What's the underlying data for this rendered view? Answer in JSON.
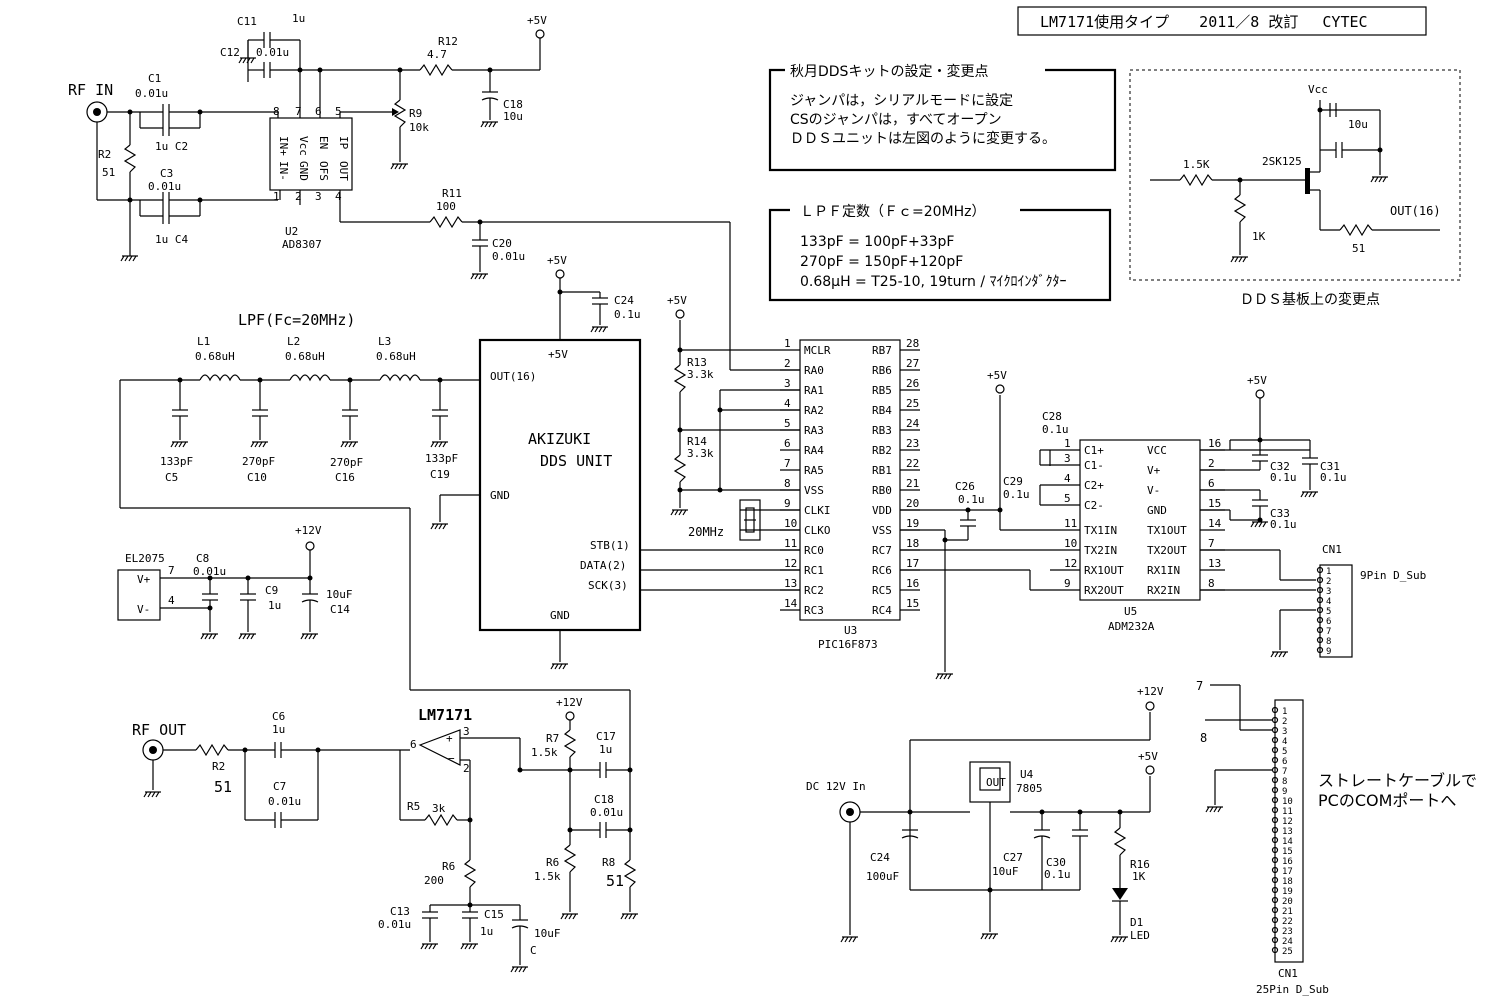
{
  "title": "LM7171使用タイプ　　2011／8 改訂　 CYTEC",
  "notes": {
    "akizuki_heading": "秋月DDSキットの設定・変更点",
    "akizuki_lines": [
      "ジャンパは，シリアルモードに設定",
      "CSのジャンパは，すべてオープン",
      "ＤＤＳユニットは左図のように変更する。"
    ],
    "lpf_heading": "ＬＰＦ定数（Ｆｃ=20MHz）",
    "lpf_lines": [
      "133pF = 100pF+33pF",
      "270pF = 150pF+120pF",
      "0.68μH = T25-10, 19turn /  ﾏｲｸﾛｲﾝﾀﾞｸﾀｰ"
    ],
    "dds_board_caption": "ＤＤＳ基板上の変更点",
    "straight_cable": [
      "ストレートケーブルで",
      "PCのCOMポートへ"
    ]
  },
  "labels": {
    "rf_in": "RF IN",
    "rf_out": "RF OUT",
    "dc_in": "DC 12V In",
    "lpf_title": "LPF(Fc=20MHz)",
    "lm7171": "LM7171",
    "el2075": "EL2075",
    "dds_unit_1": "AKIZUKI",
    "dds_unit_2": "DDS UNIT",
    "p5v": "+5V",
    "p12v": "+12V",
    "vcc": "Vcc",
    "xtal": "20MHz",
    "cn1_9": "9Pin D_Sub",
    "cn1_25": "25Pin D_Sub",
    "cn1": "CN1",
    "out16": "OUT(16)",
    "jfet": "2SK125"
  },
  "components": {
    "C1": "C1",
    "C1v": "0.01u",
    "C2": "1u C2",
    "C3": "C3",
    "C3v": "0.01u",
    "C4": "1u  C4",
    "C11": "C11",
    "C11v": "1u",
    "C12": "C12",
    "C12v": "0.01u",
    "R2a": "R2",
    "R2av": "51",
    "R9": "R9",
    "R9v": "10k",
    "R12": "R12",
    "R12v": "4.7",
    "C18a": "C18",
    "C18av": "10u",
    "R11": "R11",
    "R11v": "100",
    "C20": "C20",
    "C20v": "0.01u",
    "U2": "U2",
    "U2v": "AD8307",
    "C24a": "C24",
    "C24av": "0.1u",
    "L1": "L1",
    "L2": "L2",
    "L3": "L3",
    "Lv": "0.68uH",
    "C5": "C5",
    "C5v": "133pF",
    "C10": "C10",
    "C10v": "270pF",
    "C16": "C16",
    "C16v": "270pF",
    "C19": "C19",
    "C19v": "133pF",
    "C8": "C8",
    "C8v": "0.01u",
    "C9": "C9",
    "C9v": "1u",
    "C14": "C14",
    "C14v": "10uF",
    "R13": "R13",
    "R13v": "3.3k",
    "R14": "R14",
    "R14v": "3.3k",
    "U3": "U3",
    "U3v": "PIC16F873",
    "C26": "C26",
    "C26v": "0.1u",
    "U5": "U5",
    "U5v": "ADM232A",
    "C28": "C28",
    "C28v": "0.1u",
    "C29": "C29",
    "C29v": "0.1u",
    "C32": "C32",
    "C32v": "0.1u",
    "C31": "C31",
    "C31v": "0.1u",
    "C33": "C33",
    "C33v": "0.1u",
    "R2b": "R2",
    "R2bv": "51",
    "C6": "C6",
    "C6v": "1u",
    "C7": "C7",
    "C7v": "0.01u",
    "R5": "R5",
    "R5v": "3k",
    "R6": "R6",
    "R6v": "200",
    "C13": "C13",
    "C13v": "0.01u",
    "C15": "C15",
    "C15v": "1u",
    "C15b": "10uF",
    "Cc": "C",
    "R7": "R7",
    "R7v": "1.5k",
    "C17": "C17",
    "C17v": "1u",
    "C18b": "C18",
    "C18bv": "0.01u",
    "R6b": "R6",
    "R6bv": "1.5k",
    "R8": "R8",
    "R8v": "51",
    "U4": "U4",
    "U4v": "7805",
    "C24b": "C24",
    "C24bv": "100uF",
    "C27": "C27",
    "C27v": "10uF",
    "C30": "C30",
    "C30v": "0.1u",
    "R16": "R16",
    "R16v": "1K",
    "D1": "D1",
    "D1v": "LED",
    "R15k": "1.5K",
    "R1k": "1K",
    "R51": "51",
    "C10u": "10u",
    "n7": "7",
    "n8": "8"
  },
  "pic_left": [
    {
      "n": "1",
      "name": "MCLR"
    },
    {
      "n": "2",
      "name": "RA0"
    },
    {
      "n": "3",
      "name": "RA1"
    },
    {
      "n": "4",
      "name": "RA2"
    },
    {
      "n": "5",
      "name": "RA3"
    },
    {
      "n": "6",
      "name": "RA4"
    },
    {
      "n": "7",
      "name": "RA5"
    },
    {
      "n": "8",
      "name": "VSS"
    },
    {
      "n": "9",
      "name": "CLKI"
    },
    {
      "n": "10",
      "name": "CLKO"
    },
    {
      "n": "11",
      "name": "RC0"
    },
    {
      "n": "12",
      "name": "RC1"
    },
    {
      "n": "13",
      "name": "RC2"
    },
    {
      "n": "14",
      "name": "RC3"
    }
  ],
  "pic_right": [
    {
      "n": "28",
      "name": "RB7"
    },
    {
      "n": "27",
      "name": "RB6"
    },
    {
      "n": "26",
      "name": "RB5"
    },
    {
      "n": "25",
      "name": "RB4"
    },
    {
      "n": "24",
      "name": "RB3"
    },
    {
      "n": "23",
      "name": "RB2"
    },
    {
      "n": "22",
      "name": "RB1"
    },
    {
      "n": "21",
      "name": "RB0"
    },
    {
      "n": "20",
      "name": "VDD"
    },
    {
      "n": "19",
      "name": "VSS"
    },
    {
      "n": "18",
      "name": "RC7"
    },
    {
      "n": "17",
      "name": "RC6"
    },
    {
      "n": "16",
      "name": "RC5"
    },
    {
      "n": "15",
      "name": "RC4"
    }
  ],
  "adm_left": [
    {
      "n": "1",
      "name": "C1+"
    },
    {
      "n": "3",
      "name": "C1-"
    },
    {
      "n": "4",
      "name": "C2+"
    },
    {
      "n": "5",
      "name": "C2-"
    },
    {
      "n": "11",
      "name": "TX1IN"
    },
    {
      "n": "10",
      "name": "TX2IN"
    },
    {
      "n": "12",
      "name": "RX1OUT"
    },
    {
      "n": "9",
      "name": "RX2OUT"
    }
  ],
  "adm_right": [
    {
      "n": "16",
      "name": "VCC"
    },
    {
      "n": "2",
      "name": "V+"
    },
    {
      "n": "6",
      "name": "V-"
    },
    {
      "n": "15",
      "name": "GND"
    },
    {
      "n": "14",
      "name": "TX1OUT"
    },
    {
      "n": "7",
      "name": "TX2OUT"
    },
    {
      "n": "13",
      "name": "RX1IN"
    },
    {
      "n": "8",
      "name": "RX2IN"
    }
  ],
  "dds_pins": {
    "out": "OUT(16)",
    "p5v": "+5V",
    "gnd1": "GND",
    "stb": "STB(1)",
    "data": "DATA(2)",
    "sck": "SCK(3)",
    "gnd2": "GND"
  },
  "ad8307_pins": {
    "top": [
      "IN+",
      "Vcc",
      "EN",
      "IP"
    ],
    "bot": [
      "IN-",
      "GND",
      "OFS",
      "OUT"
    ],
    "top_n": [
      "8",
      "7",
      "6",
      "5"
    ],
    "bot_n": [
      "1",
      "2",
      "3",
      "4"
    ]
  },
  "db9_pins": [
    "1",
    "2",
    "3",
    "4",
    "5",
    "6",
    "7",
    "8",
    "9"
  ],
  "db25_pins": [
    "1",
    "2",
    "3",
    "4",
    "5",
    "6",
    "7",
    "8",
    "9",
    "10",
    "11",
    "12",
    "13",
    "14",
    "15",
    "16",
    "17",
    "18",
    "19",
    "20",
    "21",
    "22",
    "23",
    "24",
    "25"
  ]
}
